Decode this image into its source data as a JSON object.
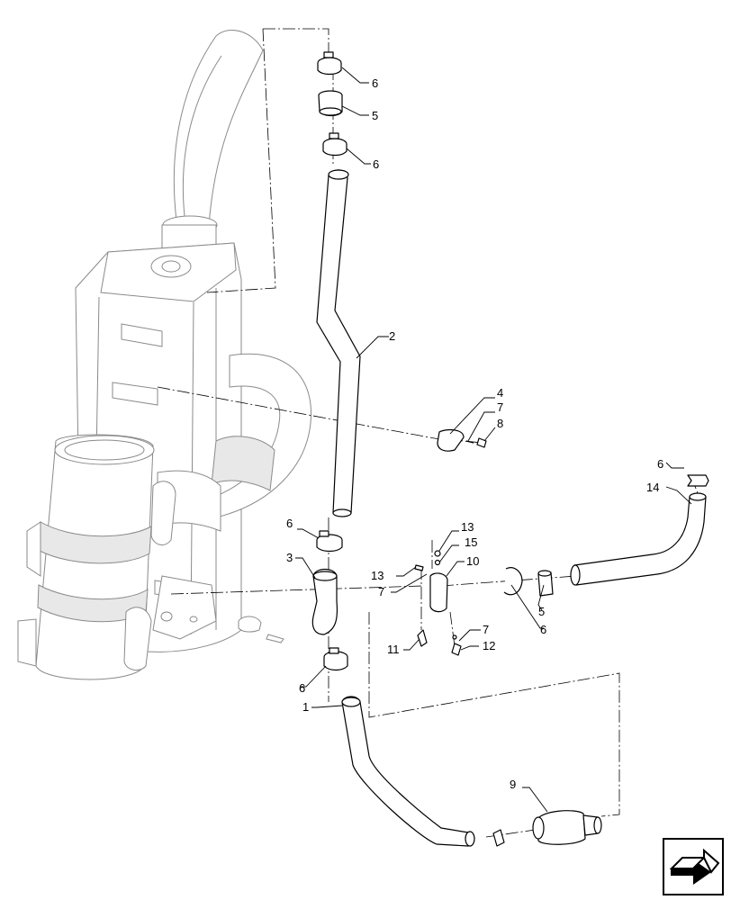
{
  "callouts": [
    {
      "id": "c6a",
      "text": "6"
    },
    {
      "id": "c5a",
      "text": "5"
    },
    {
      "id": "c6b",
      "text": "6"
    },
    {
      "id": "c2",
      "text": "2"
    },
    {
      "id": "c4",
      "text": "4"
    },
    {
      "id": "c7a",
      "text": "7"
    },
    {
      "id": "c8",
      "text": "8"
    },
    {
      "id": "c6c",
      "text": "6"
    },
    {
      "id": "c14",
      "text": "14"
    },
    {
      "id": "c6d",
      "text": "6"
    },
    {
      "id": "c13a",
      "text": "13"
    },
    {
      "id": "c15",
      "text": "15"
    },
    {
      "id": "c3",
      "text": "3"
    },
    {
      "id": "c13b",
      "text": "13"
    },
    {
      "id": "c10",
      "text": "10"
    },
    {
      "id": "c7b",
      "text": "7"
    },
    {
      "id": "c5b",
      "text": "5"
    },
    {
      "id": "c6e",
      "text": "6"
    },
    {
      "id": "c7c",
      "text": "7"
    },
    {
      "id": "c11",
      "text": "11"
    },
    {
      "id": "c12",
      "text": "12"
    },
    {
      "id": "c6f",
      "text": "6"
    },
    {
      "id": "c1",
      "text": "1"
    },
    {
      "id": "c9",
      "text": "9"
    }
  ],
  "nav": {
    "icon": "arrow-next-icon"
  }
}
